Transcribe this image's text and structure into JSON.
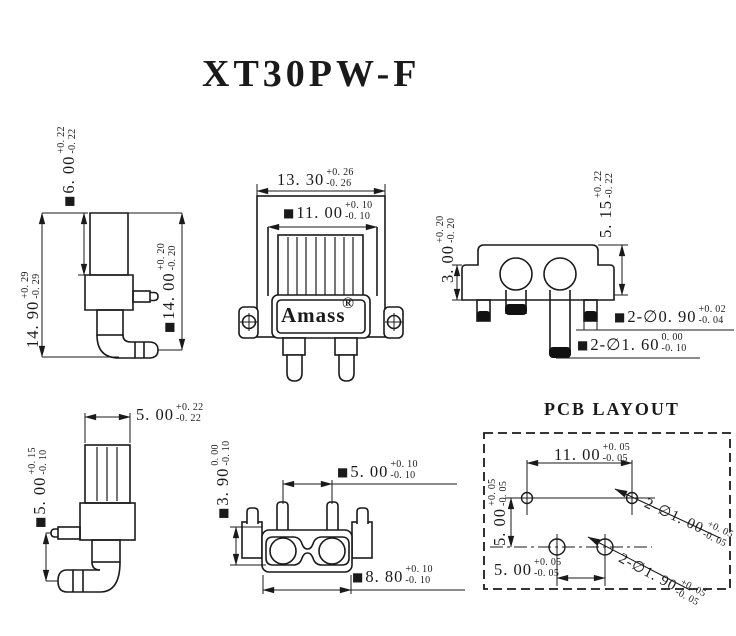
{
  "title": "XT30PW-F",
  "logo": {
    "name": "Amass",
    "registered": "®"
  },
  "pcb": {
    "title": "PCB LAYOUT"
  },
  "colors": {
    "line": "#1a1a1a",
    "background": "#ffffff",
    "pin_fill": "#111111"
  },
  "dims": {
    "d6_00": {
      "prefix": "■",
      "value": "6. 00",
      "plus": "+0. 22",
      "minus": "-0. 22"
    },
    "d14_90": {
      "prefix": "",
      "value": "14. 90",
      "plus": "+0. 29",
      "minus": "-0. 29"
    },
    "d14_00": {
      "prefix": "■",
      "value": "14. 00",
      "plus": "+0. 20",
      "minus": "-0. 20"
    },
    "d13_30": {
      "prefix": "",
      "value": "13. 30",
      "plus": "+0. 26",
      "minus": "-0. 26"
    },
    "d11_00": {
      "prefix": "■",
      "value": "11. 00",
      "plus": "+0. 10",
      "minus": "-0. 10"
    },
    "d3_00": {
      "prefix": "",
      "value": "3. 00",
      "plus": "+0. 20",
      "minus": "-0. 20"
    },
    "d5_15": {
      "prefix": "",
      "value": "5. 15",
      "plus": "+0. 22",
      "minus": "-0. 22"
    },
    "d0_90": {
      "prefix": "■",
      "value": "2-∅0. 90",
      "plus": "+0. 02",
      "minus": "-0. 04"
    },
    "d1_60": {
      "prefix": "■",
      "value": "2-∅1. 60",
      "plus": "0. 00",
      "minus": "-0. 10"
    },
    "d5_00a": {
      "prefix": "",
      "value": "5. 00",
      "plus": "+0. 22",
      "minus": "-0. 22"
    },
    "d5_00b": {
      "prefix": "■",
      "value": "5. 00",
      "plus": "+0. 15",
      "minus": "-0. 10"
    },
    "d3_90": {
      "prefix": "■",
      "value": "3. 90",
      "plus": "0. 00",
      "minus": "-0. 10"
    },
    "d5_00c": {
      "prefix": "■",
      "value": "5. 00",
      "plus": "+0. 10",
      "minus": "-0. 10"
    },
    "d8_80": {
      "prefix": "■",
      "value": "8. 80",
      "plus": "+0. 10",
      "minus": "-0. 10"
    },
    "p11_00": {
      "prefix": "",
      "value": "11. 00",
      "plus": "+0. 05",
      "minus": "-0. 05"
    },
    "p5_00v": {
      "prefix": "",
      "value": "5. 00",
      "plus": "+0. 05",
      "minus": "-0. 05"
    },
    "p5_00h": {
      "prefix": "",
      "value": "5. 00",
      "plus": "+0. 05",
      "minus": "-0. 05"
    },
    "p1_00": {
      "prefix": "",
      "value": "2-∅1. 00",
      "plus": "+0. 05",
      "minus": "-0. 05"
    },
    "p1_90": {
      "prefix": "",
      "value": "2-∅1. 90",
      "plus": "+0. 05",
      "minus": "-0. 05"
    }
  }
}
